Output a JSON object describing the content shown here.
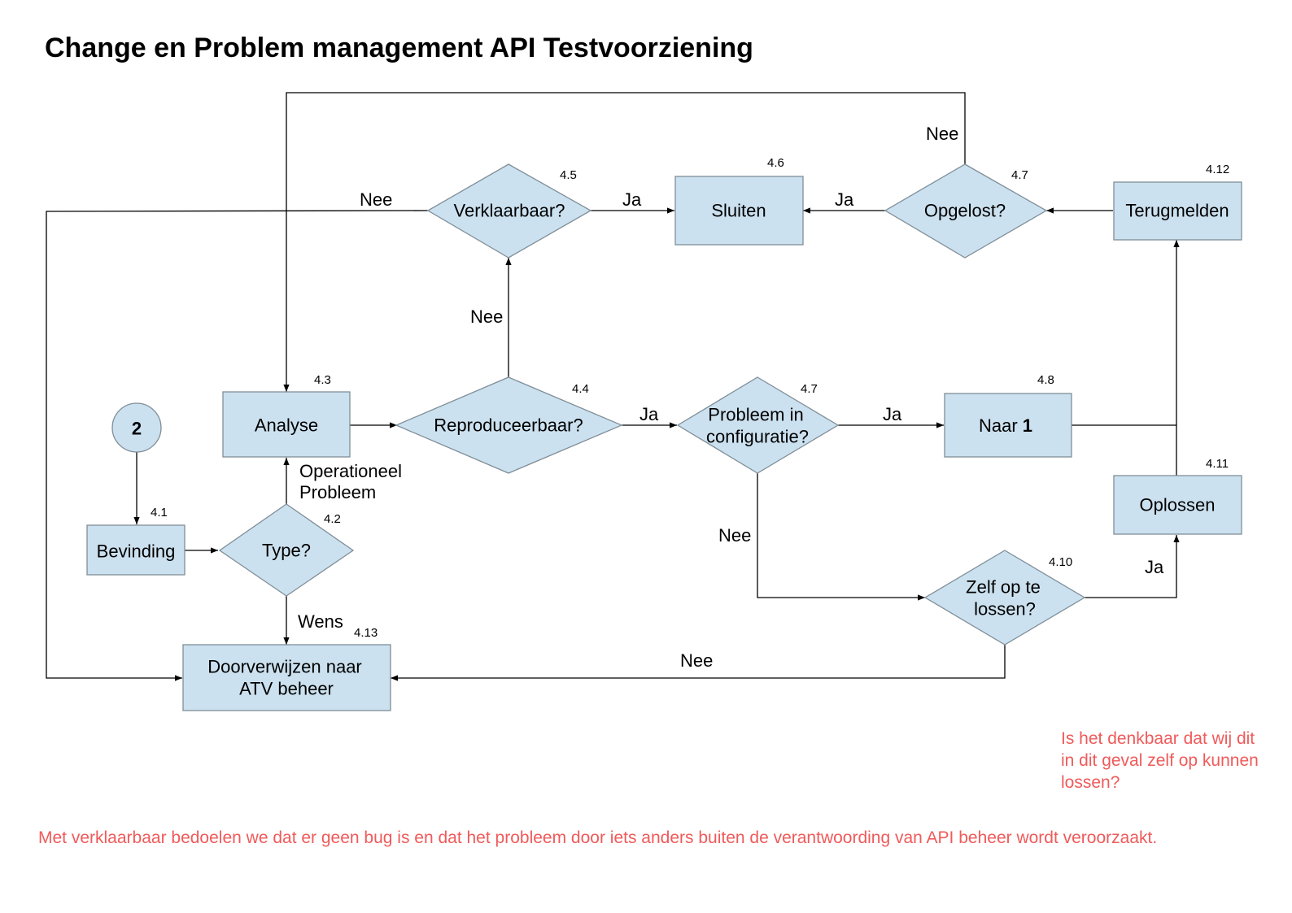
{
  "title": "Change en Problem management API Testvoorziening",
  "colors": {
    "fill": "#cce1ef",
    "stroke": "#7f8e98",
    "line": "#000000",
    "note": "#f05a5a"
  },
  "nodes": {
    "start": {
      "label": "2",
      "number": ""
    },
    "bevinding": {
      "label": "Bevinding",
      "number": "4.1"
    },
    "type": {
      "label": "Type?",
      "number": "4.2"
    },
    "analyse": {
      "label": "Analyse",
      "number": "4.3"
    },
    "reproduceerbaar": {
      "label": "Reproduceerbaar?",
      "number": "4.4"
    },
    "verklaarbaar": {
      "label": "Verklaarbaar?",
      "number": "4.5"
    },
    "sluiten": {
      "label": "Sluiten",
      "number": "4.6"
    },
    "opgelost": {
      "label": "Opgelost?",
      "number": "4.7"
    },
    "terugmelden": {
      "label": "Terugmelden",
      "number": "4.12"
    },
    "configuratie": {
      "label": "Probleem in configuratie?",
      "lines": [
        "Probleem in",
        "configuratie?"
      ],
      "number": "4.7"
    },
    "naar1": {
      "label": "Naar 1",
      "prefix": "Naar ",
      "bold": "1",
      "number": "4.8"
    },
    "oplossen": {
      "label": "Oplossen",
      "number": "4.11"
    },
    "zelfop": {
      "label": "Zelf op te lossen?",
      "lines": [
        "Zelf op te",
        "lossen?"
      ],
      "number": "4.10"
    },
    "doorverwijzen": {
      "label": "Doorverwijzen naar ATV beheer",
      "lines": [
        "Doorverwijzen naar",
        "ATV beheer"
      ],
      "number": "4.13"
    }
  },
  "edge_labels": {
    "type_operationeel": [
      "Operationeel",
      "Probleem"
    ],
    "type_wens": "Wens",
    "repro_ja": "Ja",
    "repro_nee": "Nee",
    "verklaar_ja": "Ja",
    "verklaar_nee": "Nee",
    "opgelost_ja": "Ja",
    "opgelost_nee": "Nee",
    "config_ja": "Ja",
    "config_nee": "Nee",
    "zelf_ja": "Ja",
    "zelf_nee": "Nee"
  },
  "notes": {
    "note1": "Is het denkbaar dat wij dit in dit geval zelf op kunnen lossen?",
    "note2": "Met verklaarbaar bedoelen we dat er geen bug is en dat het probleem door iets anders buiten de verantwoording van API beheer wordt veroorzaakt."
  }
}
